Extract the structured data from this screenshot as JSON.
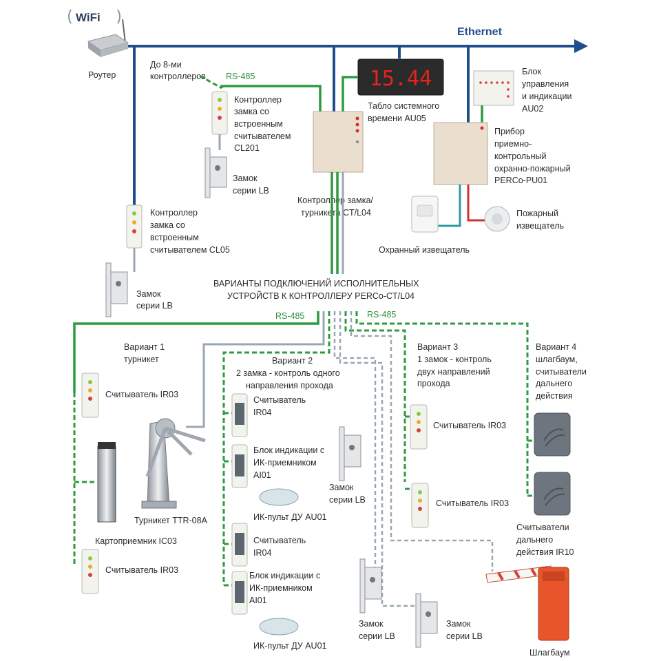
{
  "header": {
    "wifi_label": "WiFi",
    "ethernet_label": "Ethernet",
    "router_label": "Роутер"
  },
  "top_section": {
    "up_to_8_line1": "До 8-ми",
    "up_to_8_line2": "контроллеров",
    "rs485_top": "RS-485",
    "cl201_lines": [
      "Контроллер",
      "замка со",
      "встроенным",
      "считывателем",
      "CL201"
    ],
    "lock_lb_lines_1": [
      "Замок",
      "серии LB"
    ],
    "clock_display": "15.44",
    "clock_lines": [
      "Табло системного",
      "времени AU05"
    ],
    "au02_lines": [
      "Блок",
      "управления",
      "и индикации",
      "AU02"
    ],
    "pu01_lines": [
      "Прибор",
      "приемно-",
      "контрольный",
      "охранно-пожарный",
      "PERCo-PU01"
    ],
    "ctl04_lines": [
      "Контроллер замка/",
      "турникета CT/L04"
    ],
    "fire_detector_lines": [
      "Пожарный",
      "извещатель"
    ],
    "security_detector": "Охранный извещатель",
    "cl05_lines": [
      "Контроллер",
      "замка со",
      "встроенным",
      "считывателем CL05"
    ],
    "lock_lb_lines_2": [
      "Замок",
      "серии LB"
    ]
  },
  "variants_title_lines": [
    "ВАРИАНТЫ ПОДКЛЮЧЕНИЙ ИСПОЛНИТЕЛЬНЫХ",
    "УСТРОЙСТВ К КОНТРОЛЛЕРУ PERCo-CT/L04"
  ],
  "rs485_left": "RS-485",
  "rs485_right": "RS-485",
  "variant1": {
    "title_lines": [
      "Вариант 1",
      "турникет"
    ],
    "reader_top": "Считыватель IR03",
    "turnstile": "Турникет TTR-08A",
    "card_reader": "Картоприемник IC03",
    "reader_bottom": "Считыватель IR03"
  },
  "variant2": {
    "title_lines": [
      "Вариант 2",
      "2 замка - контроль одного",
      "направления прохода"
    ],
    "reader1_lines": [
      "Считыватель",
      "IR04"
    ],
    "indicator1_lines": [
      "Блок индикации с",
      "ИК-приемником",
      "AI01"
    ],
    "remote1": "ИК-пульт ДУ AU01",
    "lock_lines": [
      "Замок",
      "серии LB"
    ],
    "reader2_lines": [
      "Считыватель",
      "IR04"
    ],
    "indicator2_lines": [
      "Блок индикации с",
      "ИК-приемником",
      "AI01"
    ],
    "remote2": "ИК-пульт ДУ AU01",
    "lock_bottom1_lines": [
      "Замок",
      "серии LB"
    ],
    "lock_bottom2_lines": [
      "Замок",
      "серии LB"
    ]
  },
  "variant3": {
    "title_lines": [
      "Вариант 3",
      "1 замок - контроль",
      "двух направлений",
      "прохода"
    ],
    "reader1": "Считыватель IR03",
    "reader2": "Считыватель IR03"
  },
  "variant4": {
    "title_lines": [
      "Вариант 4",
      "шлагбаум,",
      "считыватели",
      "дальнего",
      "действия"
    ],
    "long_range_lines": [
      "Считыватели",
      "дальнего",
      "действия IR10"
    ],
    "barrier": "Шлагбаум"
  },
  "colors": {
    "ethernet": "#1f4e8c",
    "rs485": "#2f9a3f",
    "secondary_wire": "#9aa7b3",
    "alarm_wire": "#d32f2f",
    "clock_digits": "#e8231a",
    "barrier": "#e8552a"
  }
}
